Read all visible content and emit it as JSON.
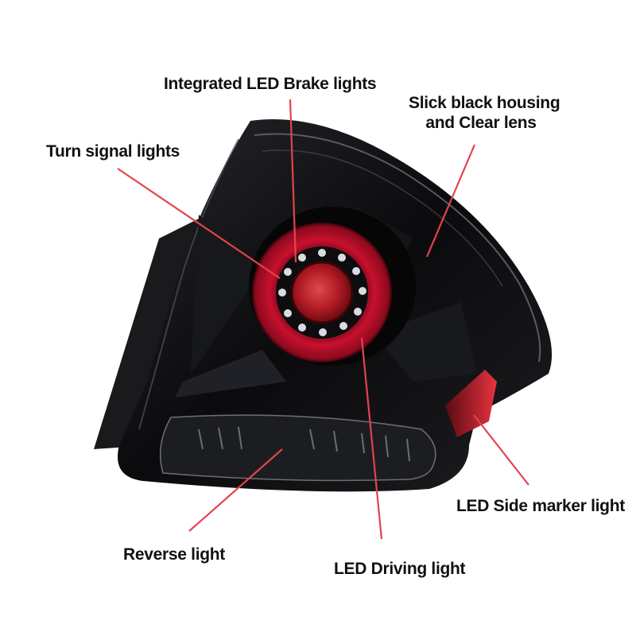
{
  "image": {
    "subject": "Black housing LED tail light with red ring",
    "colors": {
      "background": "#ffffff",
      "housing": "#0b0b0d",
      "ring_red": "#c8102e",
      "leader_line": "#e2434f"
    }
  },
  "callouts": [
    {
      "id": "brake",
      "text": "Integrated LED Brake lights"
    },
    {
      "id": "housing",
      "line1": "Slick black housing",
      "line2": "and Clear lens"
    },
    {
      "id": "turn",
      "text": "Turn signal lights"
    },
    {
      "id": "side",
      "text": "LED Side marker light"
    },
    {
      "id": "reverse",
      "text": "Reverse light"
    },
    {
      "id": "driving",
      "text": "LED Driving light"
    }
  ]
}
